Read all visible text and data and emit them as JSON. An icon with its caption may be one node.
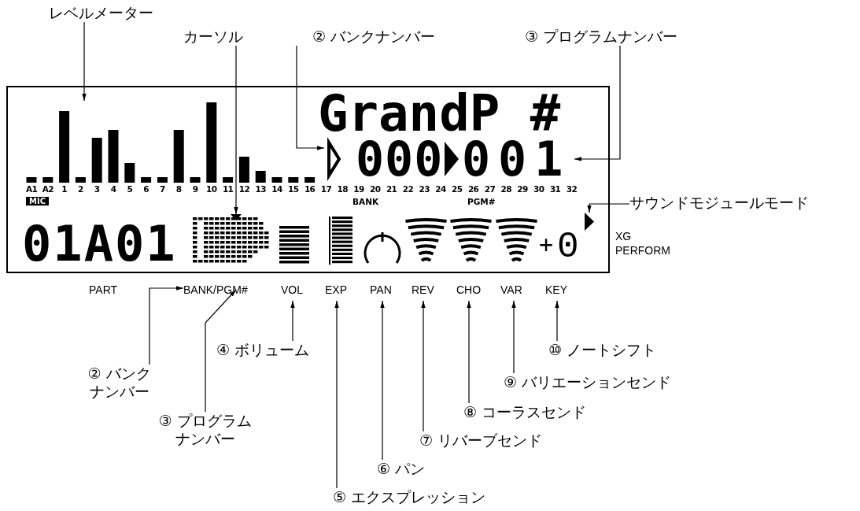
{
  "diagram": {
    "nodes": [
      {
        "text": [
          "レベルメーター"
        ]
      },
      {
        "text": [
          "カーソル"
        ]
      },
      {
        "text": [
          "② バンクナンバー"
        ]
      },
      {
        "text": [
          "③ プログラムナンバー"
        ]
      },
      {
        "text": [
          "サウンドモジュールモード"
        ]
      },
      {
        "text": [],
        "shape": "box"
      },
      {
        "text": [],
        "shape": "bar",
        "in": 5
      },
      {
        "text": [],
        "shape": "triangle",
        "in": 5
      },
      {
        "text": [
          "000"
        ],
        "in": 5
      },
      {
        "text": [
          "001"
        ],
        "in": 5
      },
      {
        "text": [],
        "shape": "triangle",
        "in": 5
      },
      {
        "text": [
          "BANK/PGM#"
        ]
      },
      {
        "text": [
          "VOL"
        ]
      },
      {
        "text": [
          "EXP"
        ]
      },
      {
        "text": [
          "PAN"
        ]
      },
      {
        "text": [
          "REV"
        ]
      },
      {
        "text": [
          "CHO"
        ]
      },
      {
        "text": [
          "VAR"
        ]
      },
      {
        "text": [
          "KEY"
        ]
      },
      {
        "text": [
          "② バンクナンバー"
        ]
      },
      {
        "text": [
          "③ プログラムナンバー"
        ]
      },
      {
        "text": [
          "④ ボリューム"
        ]
      },
      {
        "text": [
          "⑤ エクスプレッション"
        ]
      },
      {
        "text": [
          "⑥ パン"
        ]
      },
      {
        "text": [
          "⑦ リバーブセンド"
        ]
      },
      {
        "text": [
          "⑧ コーラスセンド"
        ]
      },
      {
        "text": [
          "⑨ バリエーションセンド"
        ]
      },
      {
        "text": [
          "⑩ ノートシフト"
        ]
      }
    ],
    "edges": [
      {
        "from": 0,
        "to": 6,
        "arrow": "to"
      },
      {
        "from": 1,
        "to": 7,
        "arrow": "to"
      },
      {
        "from": 2,
        "to": 8,
        "arrow": "to"
      },
      {
        "from": 3,
        "to": 9,
        "arrow": "to"
      },
      {
        "from": 4,
        "to": 10,
        "arrow": "to"
      },
      {
        "from": 19,
        "to": 11,
        "arrow": "to"
      },
      {
        "from": 20,
        "to": 11,
        "arrow": "to"
      },
      {
        "from": 21,
        "to": 12,
        "arrow": "to"
      },
      {
        "from": 22,
        "to": 13,
        "arrow": "to"
      },
      {
        "from": 23,
        "to": 14,
        "arrow": "to"
      },
      {
        "from": 24,
        "to": 15,
        "arrow": "to"
      },
      {
        "from": 25,
        "to": 16,
        "arrow": "to"
      },
      {
        "from": 26,
        "to": 17,
        "arrow": "to"
      },
      {
        "from": 27,
        "to": 18,
        "arrow": "to"
      }
    ],
    "labels": [
      "GrandP #",
      "A1",
      "A2",
      "1",
      "2",
      "3",
      "4",
      "5",
      "6",
      "7",
      "8",
      "9",
      "10",
      "11",
      "12",
      "13",
      "14",
      "15",
      "16",
      "17",
      "18",
      "19",
      "20",
      "21",
      "22",
      "23",
      "24",
      "25",
      "26",
      "27",
      "28",
      "29",
      "30",
      "31",
      "32",
      "MIC",
      "BANK",
      "PGM#",
      "01A01",
      "+",
      "0",
      "XG",
      "PERFORM",
      "PART"
    ]
  }
}
